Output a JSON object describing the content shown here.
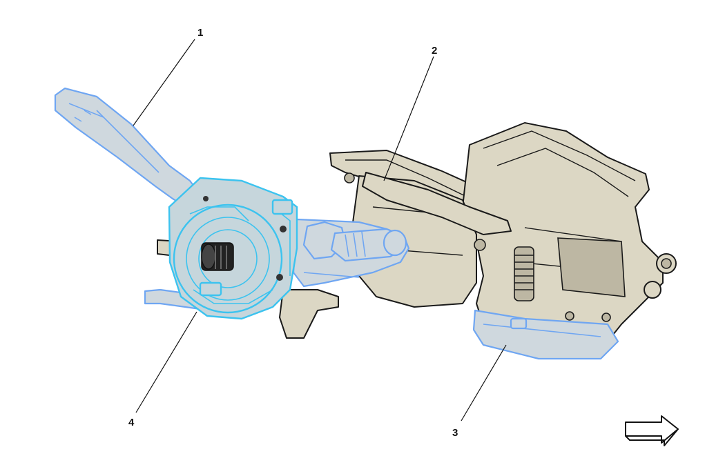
{
  "callouts": [
    {
      "id": "1",
      "label": "1"
    },
    {
      "id": "2",
      "label": "2"
    },
    {
      "id": "3",
      "label": "3"
    },
    {
      "id": "4",
      "label": "4"
    }
  ],
  "colors": {
    "steering_column_body": "#dcd7c4",
    "highlight_blue": "#6fa6f2",
    "highlight_cyan": "#3cc3ef",
    "outline": "#1a1a1a"
  },
  "icons": {
    "direction_arrow": "right-arrow-icon"
  }
}
